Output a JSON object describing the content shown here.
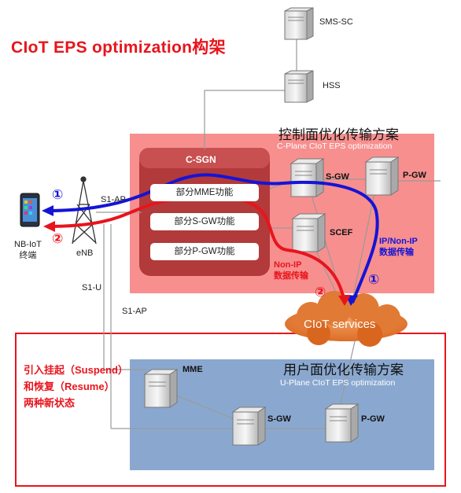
{
  "title": "CIoT EPS optimization构架",
  "nodes": {
    "sms_sc": "SMS-SC",
    "hss": "HSS",
    "csgn": "C-SGN",
    "sgw_c": "S-GW",
    "pgw_c": "P-GW",
    "scef": "SCEF",
    "mme": "MME",
    "sgw_u": "S-GW",
    "pgw_u": "P-GW",
    "enb": "eNB",
    "device": "NB-IoT\n终端",
    "cloud": "CIoT services"
  },
  "csgn_functions": [
    "部分MME功能",
    "部分S-GW功能",
    "部分P-GW功能"
  ],
  "control_plane": {
    "title": "控制面优化传输方案",
    "subtitle": "C-Plane CIoT EPS optimization",
    "color": "#f78f8f"
  },
  "user_plane": {
    "title": "用户面优化传输方案",
    "subtitle": "U-Plane CIoT EPS optimization",
    "color": "#8aa8cf"
  },
  "interfaces": {
    "s1ap_top": "S1-AP",
    "s1u": "S1-U",
    "s1ap_bottom": "S1-AP"
  },
  "paths": {
    "path1_marker": "①",
    "path2_marker": "②",
    "ip_text": "IP/Non-IP\n数据传输",
    "nonip_text": "Non-IP\n数据传输",
    "blue": "#1414d6",
    "red": "#e8141c"
  },
  "note": "引入挂起（Suspend）\n和恢复（Resume）\n两种新状态"
}
